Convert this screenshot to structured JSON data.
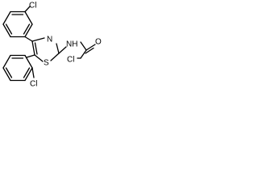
{
  "structure": {
    "atoms": {
      "cl_top": "Cl",
      "s_ring": "S",
      "n_ring": "N",
      "nh": "NH",
      "o_carbonyl": "O",
      "cl_chain": "Cl",
      "cl_bottom": "Cl"
    }
  },
  "colors": {
    "bond": "#000000",
    "label": "#000000",
    "background": "#ffffff"
  }
}
